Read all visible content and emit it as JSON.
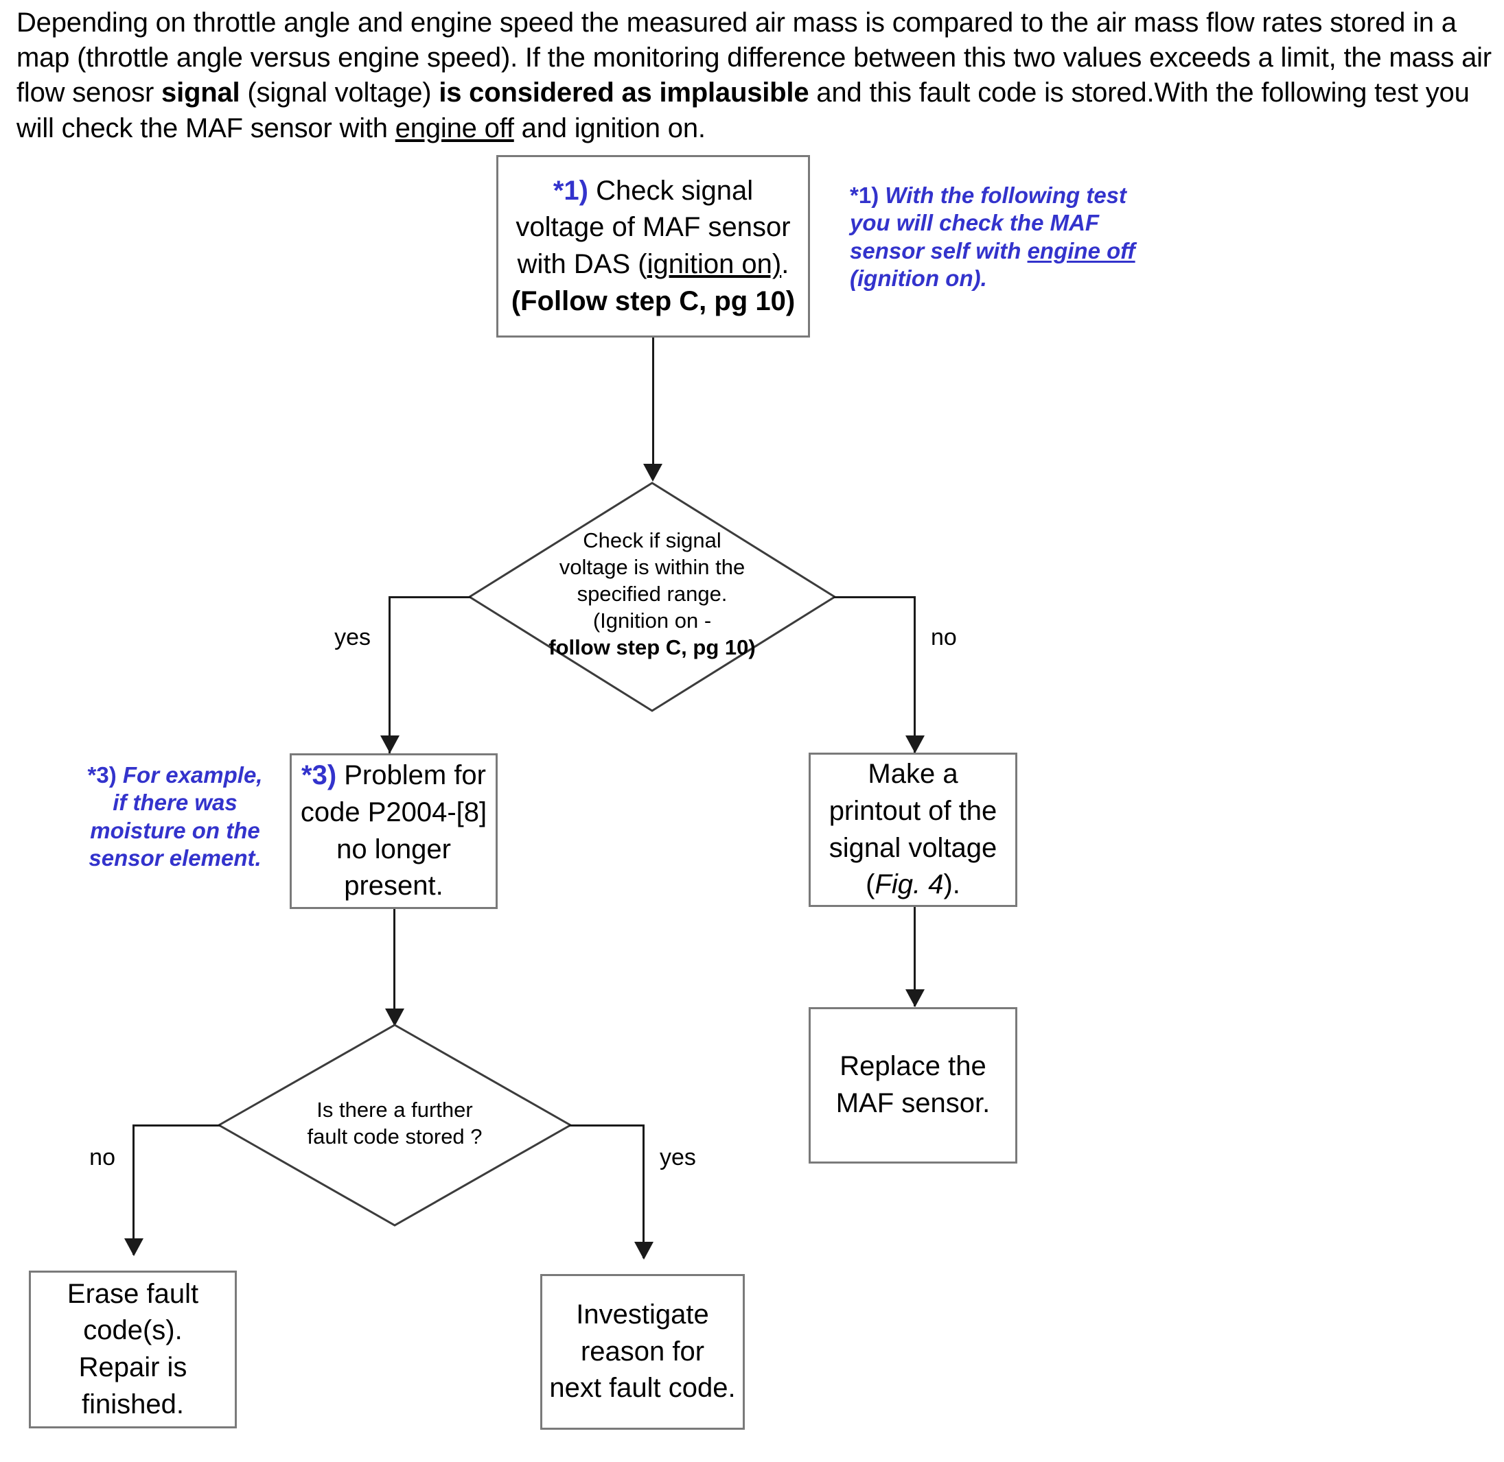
{
  "intro": {
    "line1_a": "Depending on throttle angle and engine speed the measured air mass is compared to the air mass flow rates stored in a map (throttle angle versus engine speed). If the monitoring difference between this two values exceeds a limit, the mass air flow senosr ",
    "bold1": "signal",
    "mid1": " (signal voltage) ",
    "bold2": "is considered as implausible",
    "mid2": " and this fault code is stored.With the following test you will check the  MAF sensor with ",
    "underline1": "engine off",
    "tail": " and ignition on."
  },
  "nodes": {
    "check_signal": {
      "marker": "*1)",
      "line1": " Check signal",
      "line2": "voltage of  MAF sensor",
      "line3_a": "with DAS  (",
      "line3_u": "ignition on)",
      "line3_b": ".",
      "line4": "(Follow step C, pg 10)"
    },
    "decision1": {
      "l1": "Check if signal",
      "l2": "voltage is within the",
      "l3": "specified range.",
      "l4": "(Ignition on -",
      "l5": "follow step C, pg 10)"
    },
    "problem_resolved": {
      "marker": "*3)",
      "line1": " Problem for",
      "line2": "code P2004-[8]",
      "line3": "no longer",
      "line4": "present."
    },
    "printout": {
      "line1": "Make a",
      "line2": "printout of the",
      "line3": "signal voltage",
      "line4_a": "(",
      "line4_i": "Fig. 4",
      "line4_b": ")."
    },
    "replace_sensor": {
      "line1": "Replace the",
      "line2": "MAF sensor."
    },
    "decision2": {
      "l1": "Is there a further",
      "l2": "fault code stored ?"
    },
    "erase": {
      "line1": "Erase fault",
      "line2": "code(s).",
      "line3": "Repair is",
      "line4": "finished."
    },
    "investigate": {
      "line1": "Investigate",
      "line2": "reason for",
      "line3": "next fault code."
    }
  },
  "branch_labels": {
    "d1_yes": "yes",
    "d1_no": "no",
    "d2_no": "no",
    "d2_yes": "yes"
  },
  "notes": {
    "note1": {
      "marker": "*1)",
      "l1": " With the following test",
      "l2": "you will check the  MAF",
      "l3_a": "sensor self  with ",
      "l3_u": "engine off",
      "l4": "(ignition on)."
    },
    "note3": {
      "marker": "*3)",
      "l1": " For example,",
      "l2": "if there was",
      "l3": "moisture on the",
      "l4": "sensor element."
    }
  },
  "colors": {
    "annotation_blue": "#3333cc",
    "box_border": "#7a7a7a",
    "connector": "#1a1a1a",
    "text": "#000000",
    "background": "#ffffff"
  }
}
